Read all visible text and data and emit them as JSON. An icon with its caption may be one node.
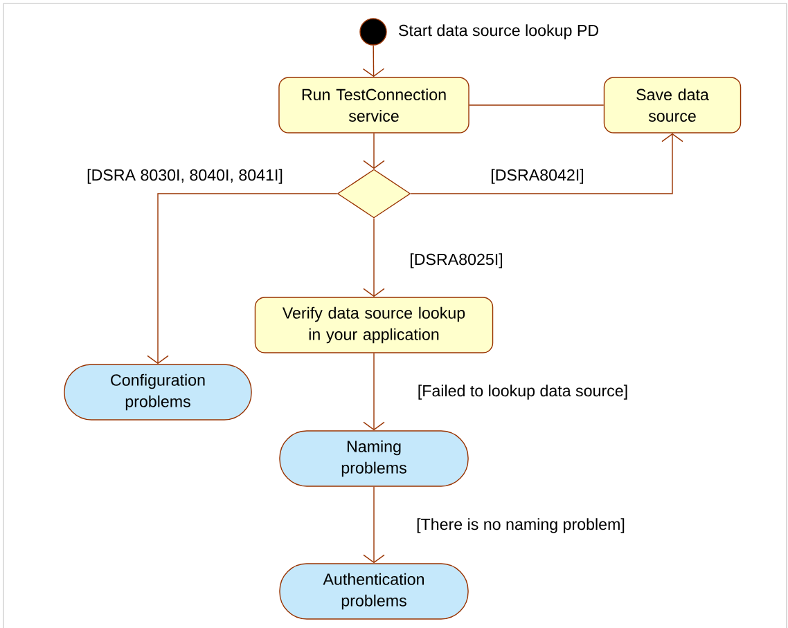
{
  "diagram": {
    "nodes": [
      {
        "text": [],
        "shape": "circle",
        "beside": [
          "Start data source lookup PD"
        ]
      },
      {
        "text": [
          "Run TestConnection service"
        ]
      },
      {
        "text": [
          "Save data source"
        ]
      },
      {
        "text": [],
        "shape": "diamond"
      },
      {
        "text": [
          "Verify data source lookup in your application"
        ]
      },
      {
        "text": [
          "Configuration problems"
        ]
      },
      {
        "text": [
          "Naming problems"
        ]
      },
      {
        "text": [
          "Authentication problems"
        ]
      }
    ],
    "edges": [
      {
        "from": 0,
        "to": 1,
        "arrow": "to"
      },
      {
        "from": 1,
        "to": 2,
        "arrow": "none"
      },
      {
        "from": 1,
        "to": 3,
        "arrow": "to"
      },
      {
        "from": 3,
        "to": 5,
        "arrow": "to",
        "label": "[DSRA 8030I, 8040I, 8041I]"
      },
      {
        "from": 3,
        "to": 2,
        "arrow": "to",
        "label": "[DSRA8042I]"
      },
      {
        "from": 3,
        "to": 4,
        "arrow": "to",
        "label": "[DSRA8025I]"
      },
      {
        "from": 4,
        "to": 6,
        "arrow": "to",
        "label": "[Failed to lookup data source]"
      },
      {
        "from": 6,
        "to": 7,
        "arrow": "to",
        "label": "[There is no naming problem]"
      }
    ]
  }
}
